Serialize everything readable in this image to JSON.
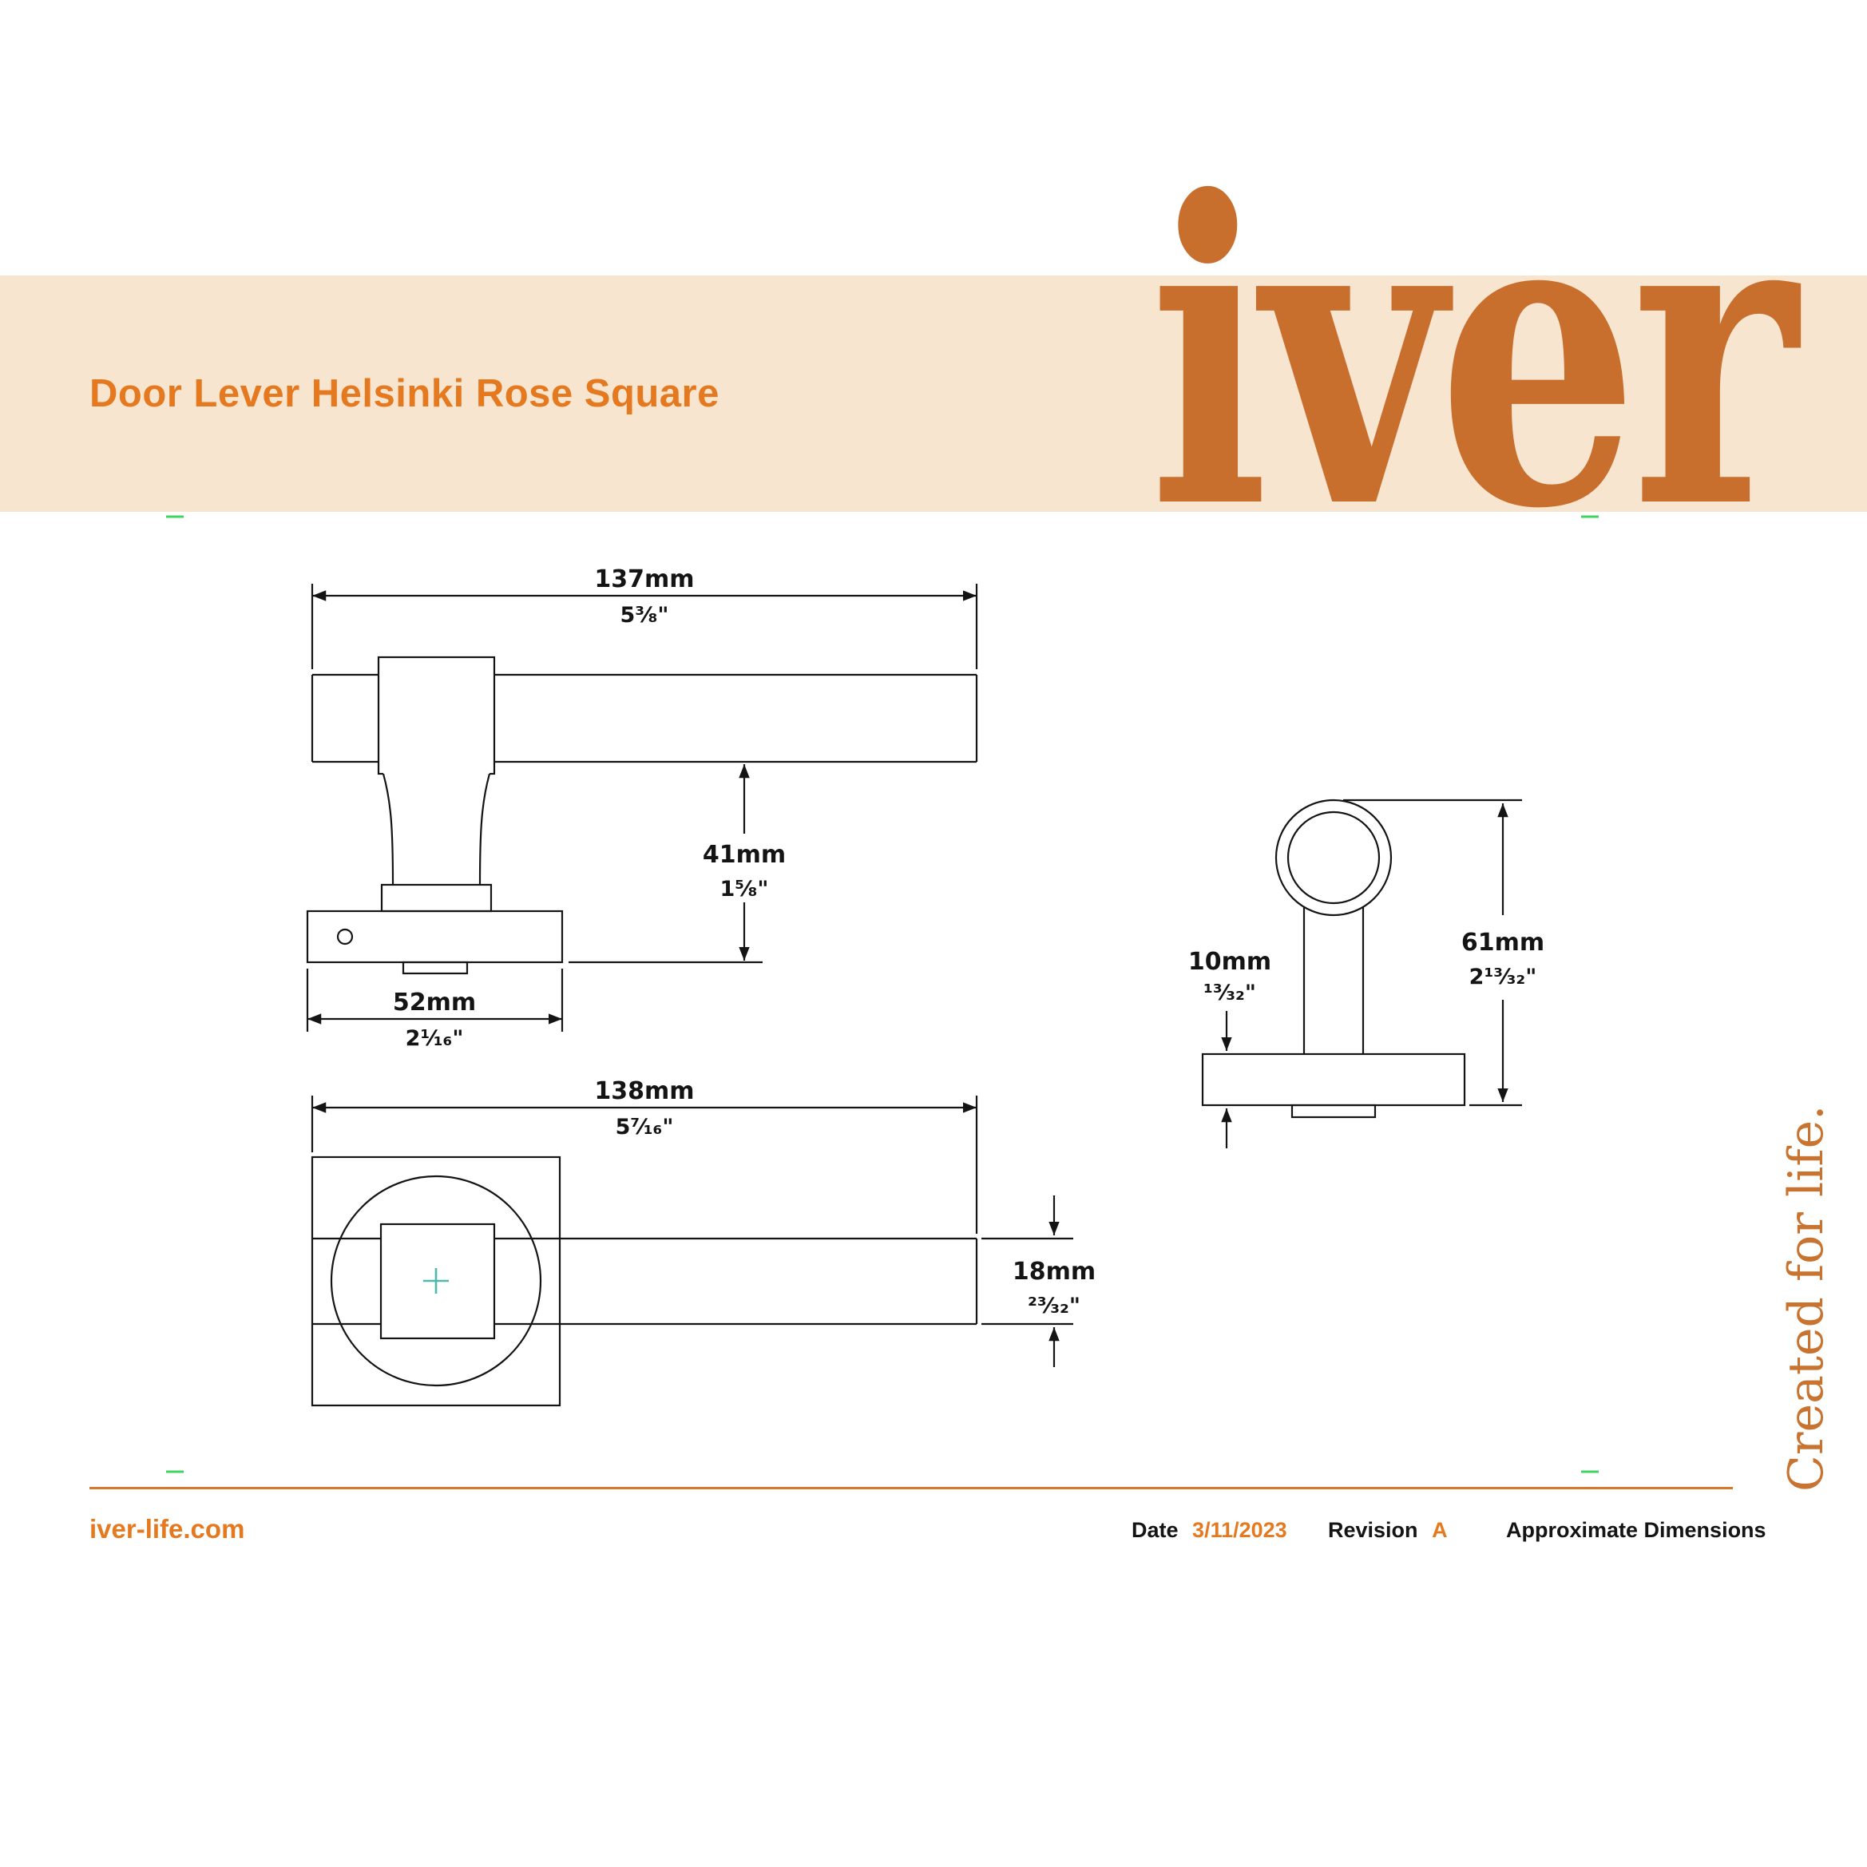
{
  "header": {
    "title": "Door Lever Helsinki Rose Square",
    "logo": "iver"
  },
  "side_view": {
    "dim_length": {
      "mm": "137mm",
      "in": "5³⁄₈\""
    },
    "dim_drop": {
      "mm": "41mm",
      "in": "1⁵⁄₈\""
    },
    "dim_rose_diameter": {
      "mm": "52mm",
      "in": "2¹⁄₁₆\""
    }
  },
  "end_view": {
    "dim_projection": {
      "mm": "61mm",
      "in": "2¹³⁄₃₂\""
    },
    "dim_rose_thickness": {
      "mm": "10mm",
      "in": "¹³⁄₃₂\""
    }
  },
  "plan_view": {
    "dim_overall_length": {
      "mm": "138mm",
      "in": "5⁷⁄₁₆\""
    },
    "dim_lever_thickness": {
      "mm": "18mm",
      "in": "²³⁄₃₂\""
    }
  },
  "tagline": "Created for life.",
  "footer": {
    "website": "iver-life.com",
    "date_label": "Date",
    "date_value": "3/11/2023",
    "revision_label": "Revision",
    "revision_value": "A",
    "note": "Approximate Dimensions"
  },
  "colors": {
    "band_beige": "#F8E5D0",
    "accent_orange": "#E5791F",
    "logo_terracotta": "#C96F2E",
    "line_black": "#141414",
    "crosshair_teal": "#4FB8A8",
    "registration_green": "#3FD45F"
  }
}
